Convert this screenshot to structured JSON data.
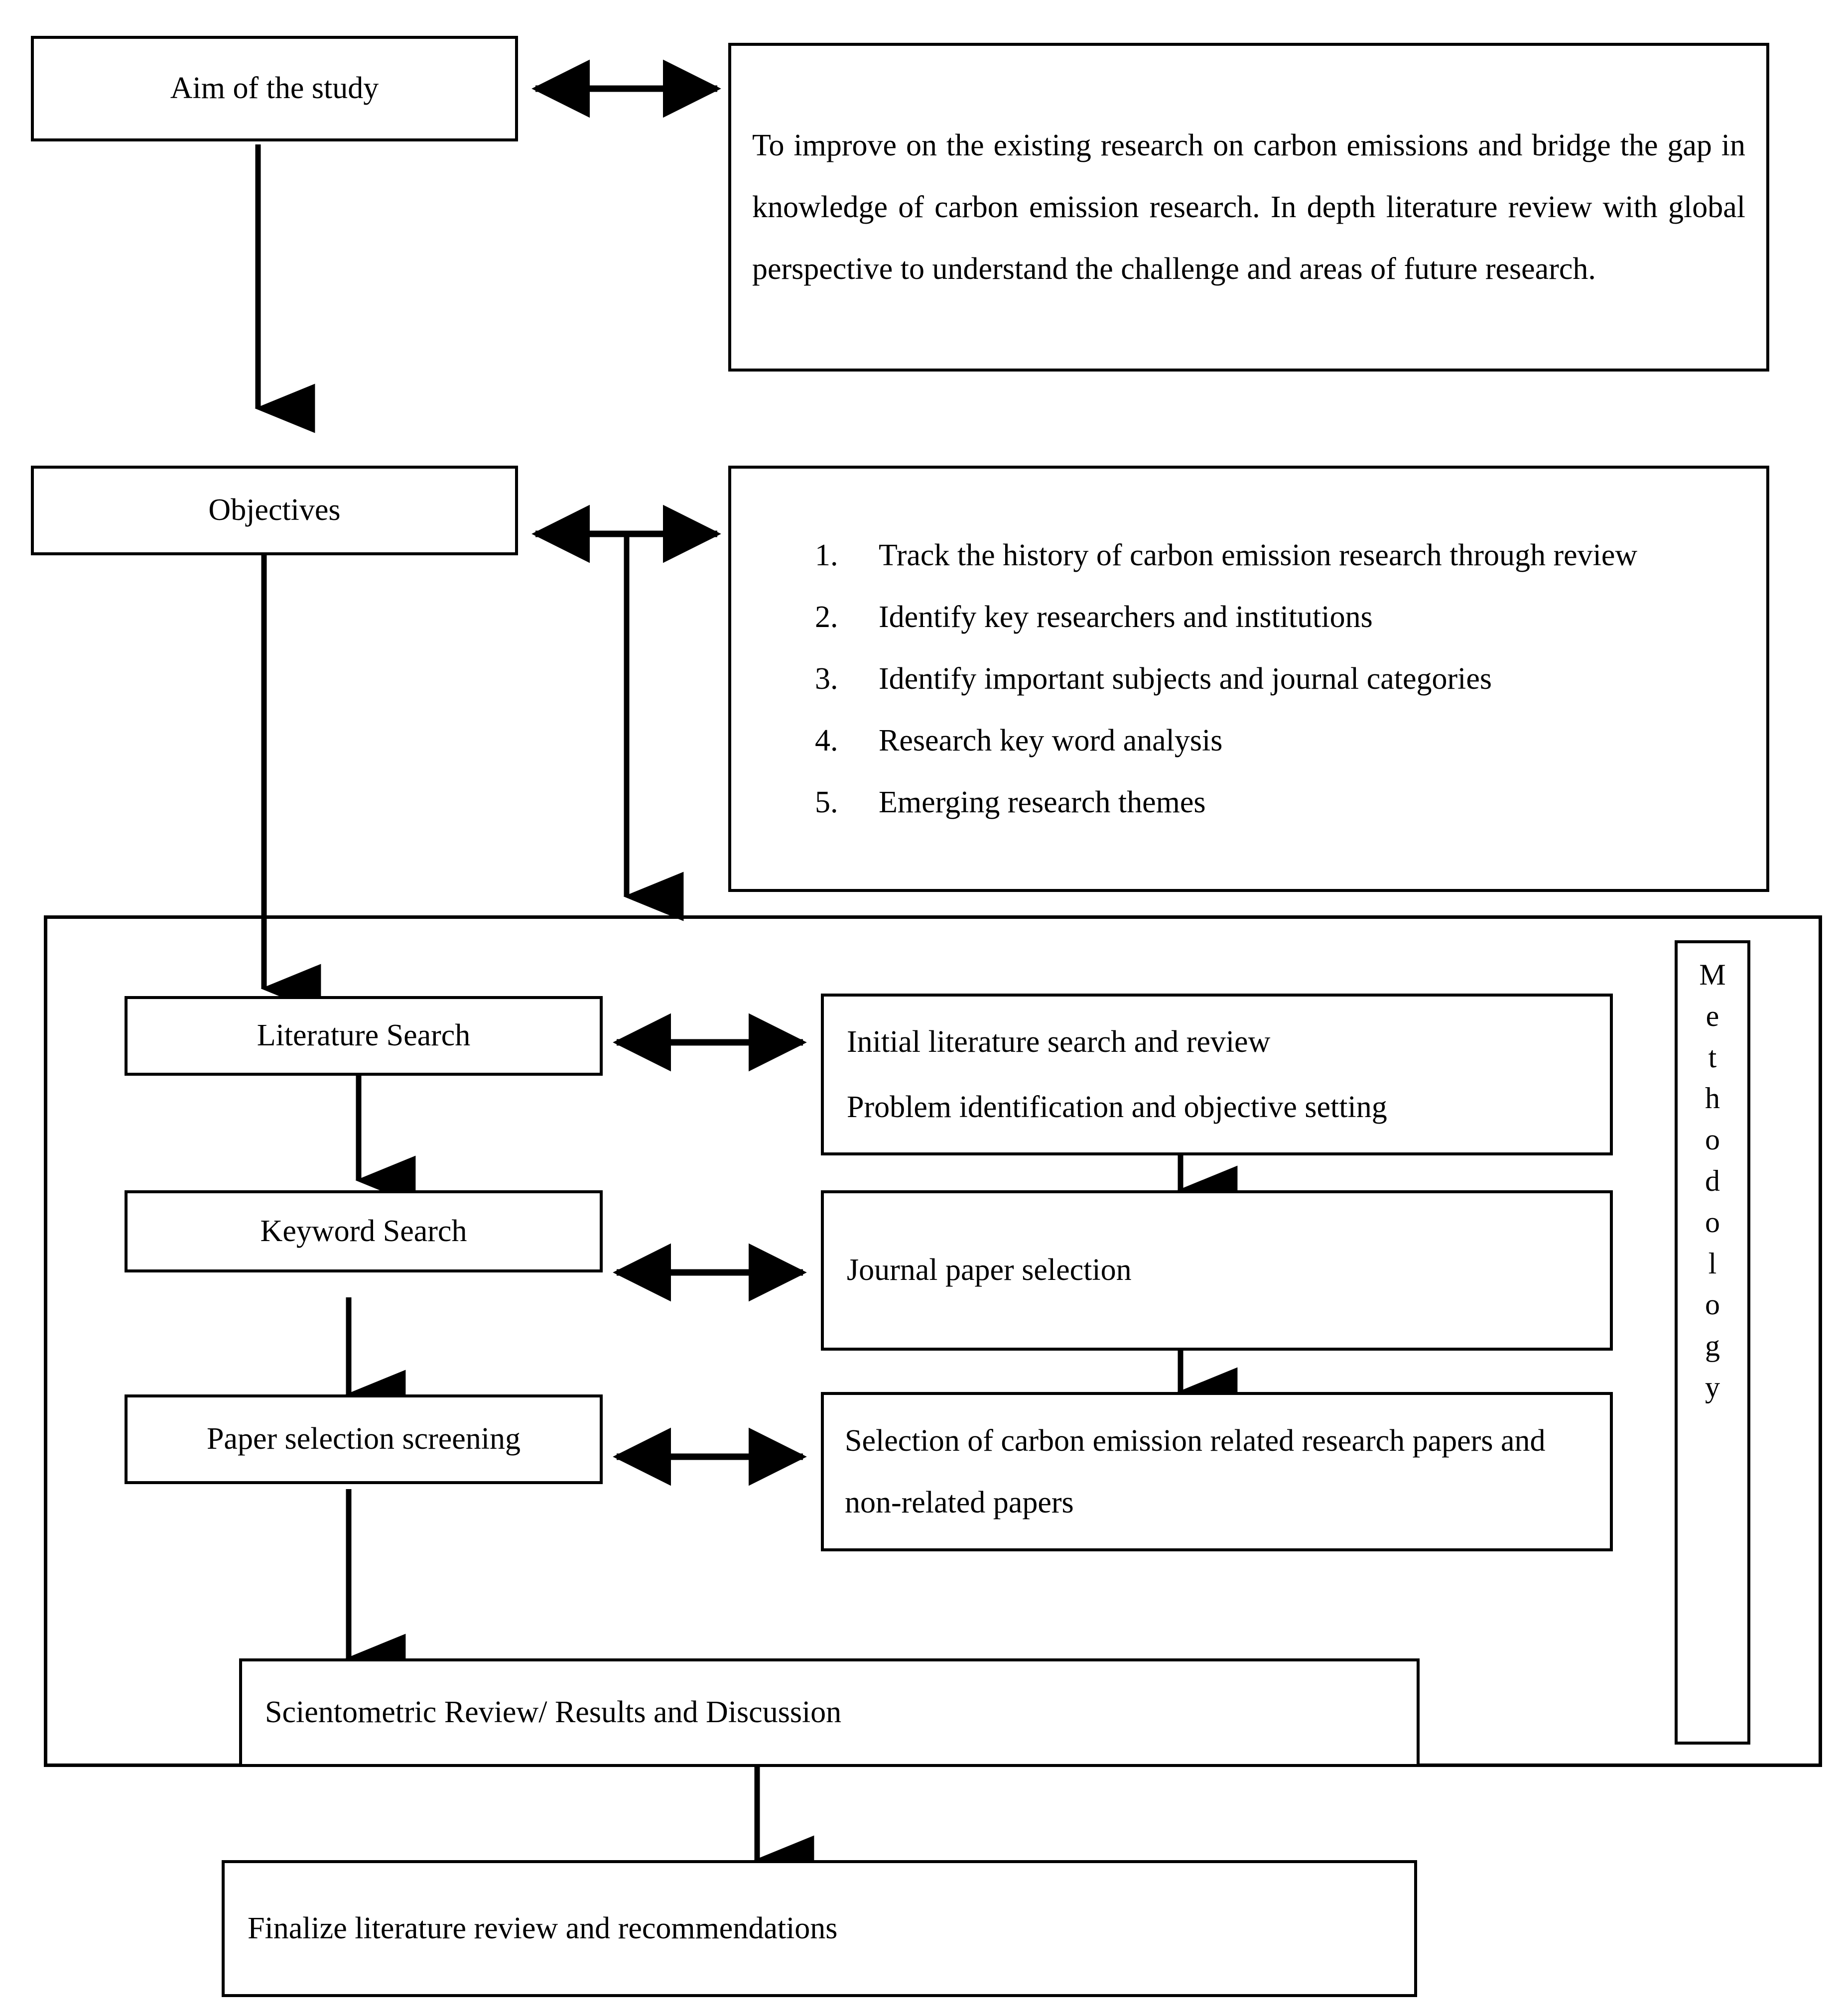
{
  "diagram": {
    "title": "Research methodology flowchart",
    "stroke_color": "#000000",
    "background_color": "#ffffff"
  },
  "nodes": {
    "aim_label": "Aim of the study",
    "aim_text": "To improve on the existing research on carbon emissions and bridge the gap in knowledge of carbon emission research. In depth literature review with global perspective to understand the challenge and areas of future research.",
    "objectives_label": "Objectives",
    "objectives_items": [
      "Track the history of carbon emission research through review",
      "Identify key researchers and institutions",
      "Identify important subjects and journal categories",
      "Research key word analysis",
      "Emerging research themes"
    ],
    "methodology_label": "Methodology",
    "methodology_letters": [
      "M",
      "e",
      "t",
      "h",
      "o",
      "d",
      "o",
      "l",
      "o",
      "g",
      "y"
    ],
    "literature_search": "Literature Search",
    "keyword_search": "Keyword Search",
    "paper_selection_screening": "Paper selection screening",
    "initial_search_line1": "Initial literature search and review",
    "initial_search_line2": "Problem identification and objective setting",
    "journal_paper_selection": "Journal paper selection",
    "selection_carbon_text": "Selection of carbon emission related research papers and non-related papers",
    "scientometric_review": "Scientometric Review/ Results and Discussion",
    "finalize_review": "Finalize literature review and recommendations"
  }
}
